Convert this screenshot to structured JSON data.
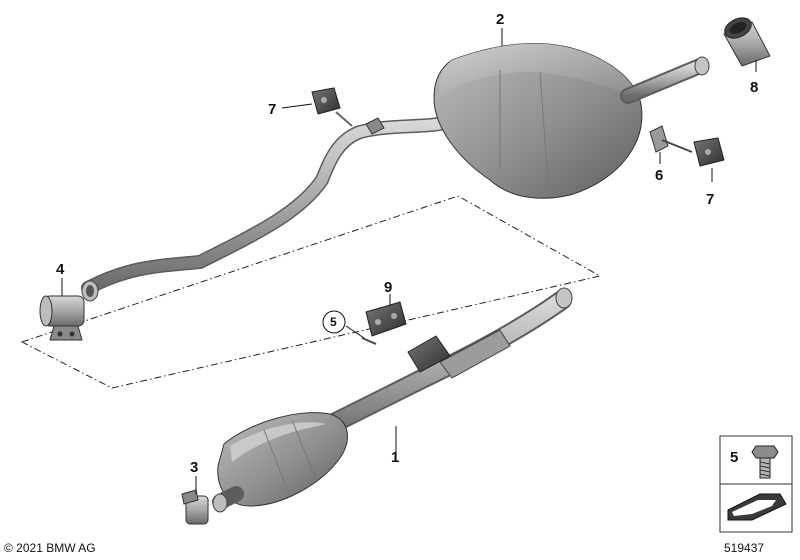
{
  "diagram": {
    "callouts": {
      "c1": "1",
      "c2": "2",
      "c3": "3",
      "c4": "4",
      "c5": "5",
      "c6": "6",
      "c7a": "7",
      "c7b": "7",
      "c8": "8",
      "c9": "9"
    },
    "legend_box": {
      "part_number": "5"
    }
  },
  "footer": {
    "copyright": "© 2021 BMW AG",
    "drawing_number": "519437"
  },
  "colors": {
    "part_fill_light": "#c8c8c8",
    "part_fill_mid": "#9a9a9a",
    "part_fill_dark": "#6e6e6e",
    "line": "#111111"
  }
}
